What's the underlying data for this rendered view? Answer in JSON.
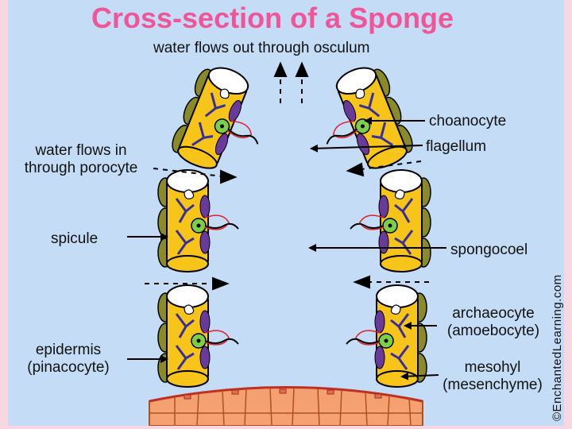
{
  "title": "Cross-section of a Sponge",
  "labels": {
    "osculum": "water flows out through osculum",
    "choanocyte": "choanocyte",
    "flagellum": "flagellum",
    "porocyte_line1": "water flows in",
    "porocyte_line2": "through porocyte",
    "spicule": "spicule",
    "spongocoel": "spongocoel",
    "archaeocyte_line1": "archaeocyte",
    "archaeocyte_line2": "(amoebocyte)",
    "epidermis_line1": "epidermis",
    "epidermis_line2": "(pinacocyte)",
    "mesohyl_line1": "mesohyl",
    "mesohyl_line2": "(mesenchyme)"
  },
  "copyright": "©EnchantedLearning.com",
  "colors": {
    "background": "#c4dcf6",
    "border": "#f7d8e2",
    "title": "#f0559a",
    "mesohyl": "#f7c41a",
    "pinacocyte": "#8a8a2a",
    "spicule": "#3a2f9a",
    "choanocyte": "#7ad04a",
    "flagellum_collar": "#e0202a",
    "base_tissue": "#f4a070"
  }
}
